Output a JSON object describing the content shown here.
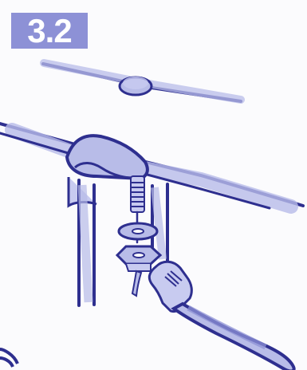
{
  "step": {
    "number": "3.2"
  },
  "illustration": {
    "subject": "faucet-underside-installation",
    "parts": [
      "faucet",
      "threaded-shank",
      "rubber-washer",
      "hex-nut",
      "adjustable-wrench"
    ],
    "colors": {
      "line": "#2e2f8f",
      "fill": "#b8bce8",
      "shadow": "#8d91d6",
      "badge": "#8d91d6"
    }
  }
}
